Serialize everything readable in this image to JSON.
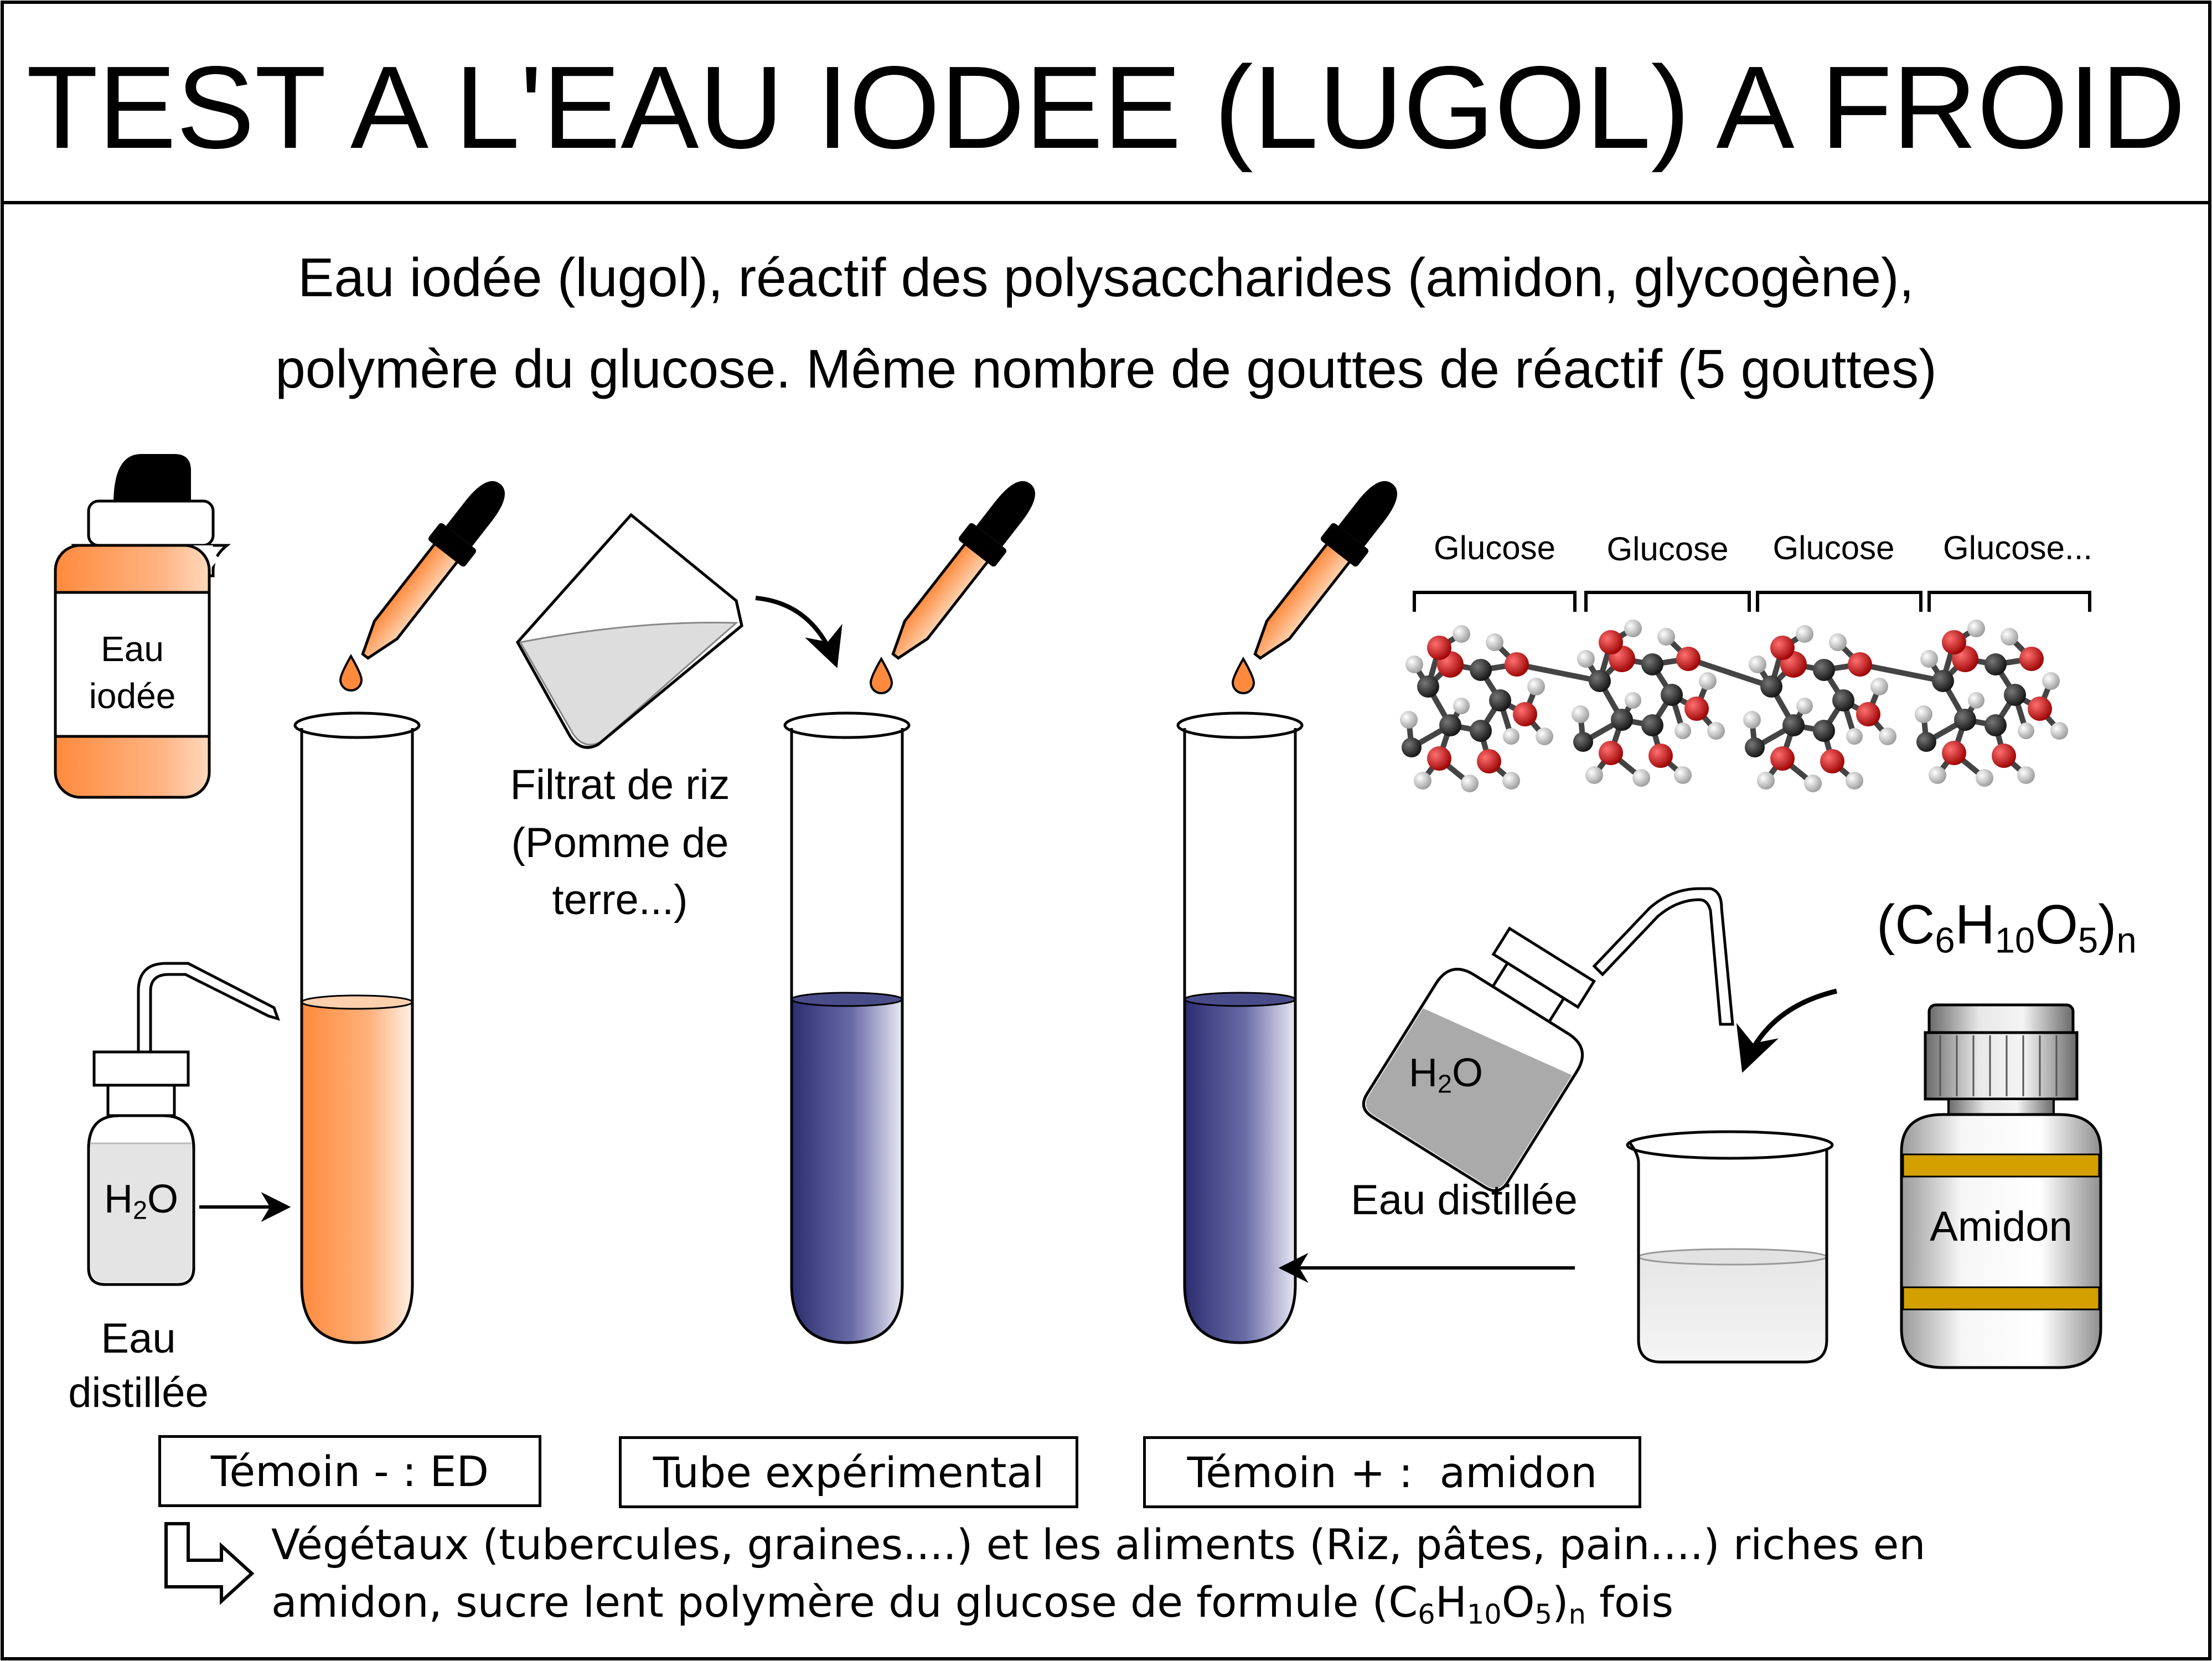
{
  "title": "TEST A L'EAU IODEE (LUGOL) A FROID",
  "subtitle": {
    "line1": "Eau iodée (lugol), réactif des polysaccharides (amidon, glycogène),",
    "line2": "polymère du glucose. Même nombre de gouttes de réactif (5 gouttes)"
  },
  "reagent_bottle": {
    "line1": "Eau",
    "line2": "iodée"
  },
  "wash_bottle_left": {
    "formula_h": "H",
    "formula_2": "2",
    "formula_o": "O",
    "caption_line1": "Eau",
    "caption_line2": "distillée"
  },
  "beaker_filtrate": {
    "line1": "Filtrat de riz",
    "line2": "(Pomme de",
    "line3": "terre...)"
  },
  "wash_bottle_right": {
    "formula_h": "H",
    "formula_2": "2",
    "formula_o": "O",
    "caption": "Eau distillée"
  },
  "molecule": {
    "units": [
      "Glucose",
      "Glucose",
      "Glucose",
      "Glucose..."
    ],
    "formula": {
      "open": "(C",
      "c": "6",
      "h_letter": "H",
      "h": "10",
      "o_letter": "O",
      "o": "5",
      "close": ")",
      "n": "n"
    }
  },
  "amidon_jar": {
    "label": "Amidon"
  },
  "tubes": [
    {
      "label": "Témoin - : ED",
      "color": "#ff8a3d"
    },
    {
      "label": "Tube expérimental",
      "color": "#2b2d70"
    },
    {
      "label": "Témoin + :  amidon",
      "color": "#2b2d70"
    }
  ],
  "note": {
    "line1": "Végétaux (tubercules, graines....) et les aliments (Riz, pâtes, pain....) riches en",
    "line2_start": "amidon, sucre lent polymère du glucose de formule (C",
    "c": "6",
    "h_letter": "H",
    "h": "10",
    "o_letter": "O",
    "o": "5",
    "close": ")",
    "n": "n",
    "tail": " fois"
  },
  "colors": {
    "iodine": "#ff8a3d",
    "blue_black": "#2b2d70",
    "oxygen": "#cc0000",
    "carbon": "#2a2a2a",
    "hydrogen": "#eeeeee",
    "gold_band": "#d4a000"
  }
}
